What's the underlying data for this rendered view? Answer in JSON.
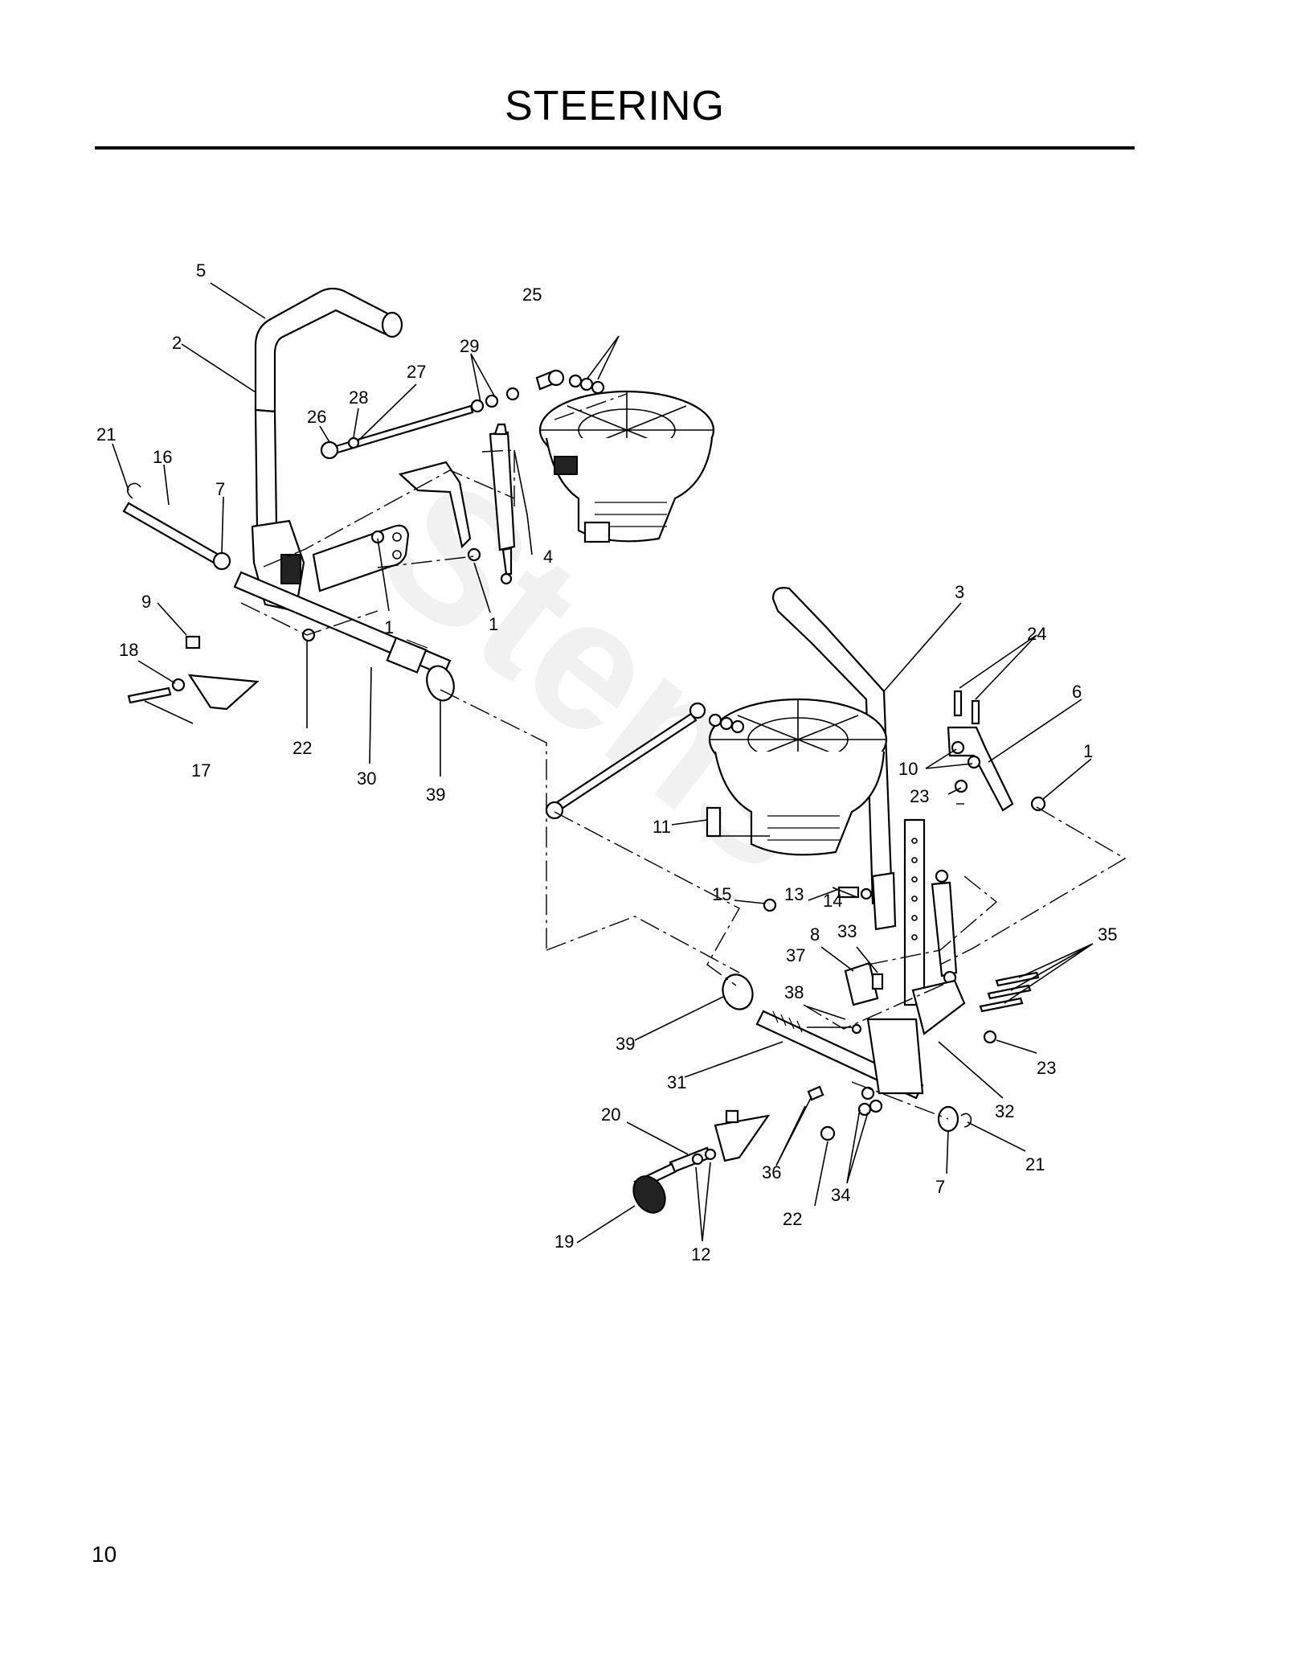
{
  "page": {
    "title": "STEERING",
    "page_number": "10"
  },
  "watermark": "Stens",
  "callouts": [
    {
      "id": "5",
      "label": "5"
    },
    {
      "id": "2",
      "label": "2"
    },
    {
      "id": "25",
      "label": "25"
    },
    {
      "id": "29",
      "label": "29"
    },
    {
      "id": "27",
      "label": "27"
    },
    {
      "id": "28",
      "label": "28"
    },
    {
      "id": "26",
      "label": "26"
    },
    {
      "id": "21a",
      "label": "21"
    },
    {
      "id": "16",
      "label": "16"
    },
    {
      "id": "7a",
      "label": "7"
    },
    {
      "id": "4",
      "label": "4"
    },
    {
      "id": "1a",
      "label": "1"
    },
    {
      "id": "1b",
      "label": "1"
    },
    {
      "id": "9",
      "label": "9"
    },
    {
      "id": "18",
      "label": "18"
    },
    {
      "id": "17",
      "label": "17"
    },
    {
      "id": "22a",
      "label": "22"
    },
    {
      "id": "30",
      "label": "30"
    },
    {
      "id": "39a",
      "label": "39"
    },
    {
      "id": "3",
      "label": "3"
    },
    {
      "id": "24",
      "label": "24"
    },
    {
      "id": "6",
      "label": "6"
    },
    {
      "id": "10",
      "label": "10"
    },
    {
      "id": "1c",
      "label": "1"
    },
    {
      "id": "23a",
      "label": "23"
    },
    {
      "id": "11",
      "label": "11"
    },
    {
      "id": "15",
      "label": "15"
    },
    {
      "id": "13",
      "label": "13"
    },
    {
      "id": "14",
      "label": "14"
    },
    {
      "id": "8",
      "label": "8"
    },
    {
      "id": "33",
      "label": "33"
    },
    {
      "id": "35",
      "label": "35"
    },
    {
      "id": "37",
      "label": "37"
    },
    {
      "id": "38",
      "label": "38"
    },
    {
      "id": "39b",
      "label": "39"
    },
    {
      "id": "23b",
      "label": "23"
    },
    {
      "id": "31",
      "label": "31"
    },
    {
      "id": "32",
      "label": "32"
    },
    {
      "id": "20",
      "label": "20"
    },
    {
      "id": "36",
      "label": "36"
    },
    {
      "id": "21b",
      "label": "21"
    },
    {
      "id": "7b",
      "label": "7"
    },
    {
      "id": "34",
      "label": "34"
    },
    {
      "id": "22b",
      "label": "22"
    },
    {
      "id": "19",
      "label": "19"
    },
    {
      "id": "12",
      "label": "12"
    }
  ]
}
